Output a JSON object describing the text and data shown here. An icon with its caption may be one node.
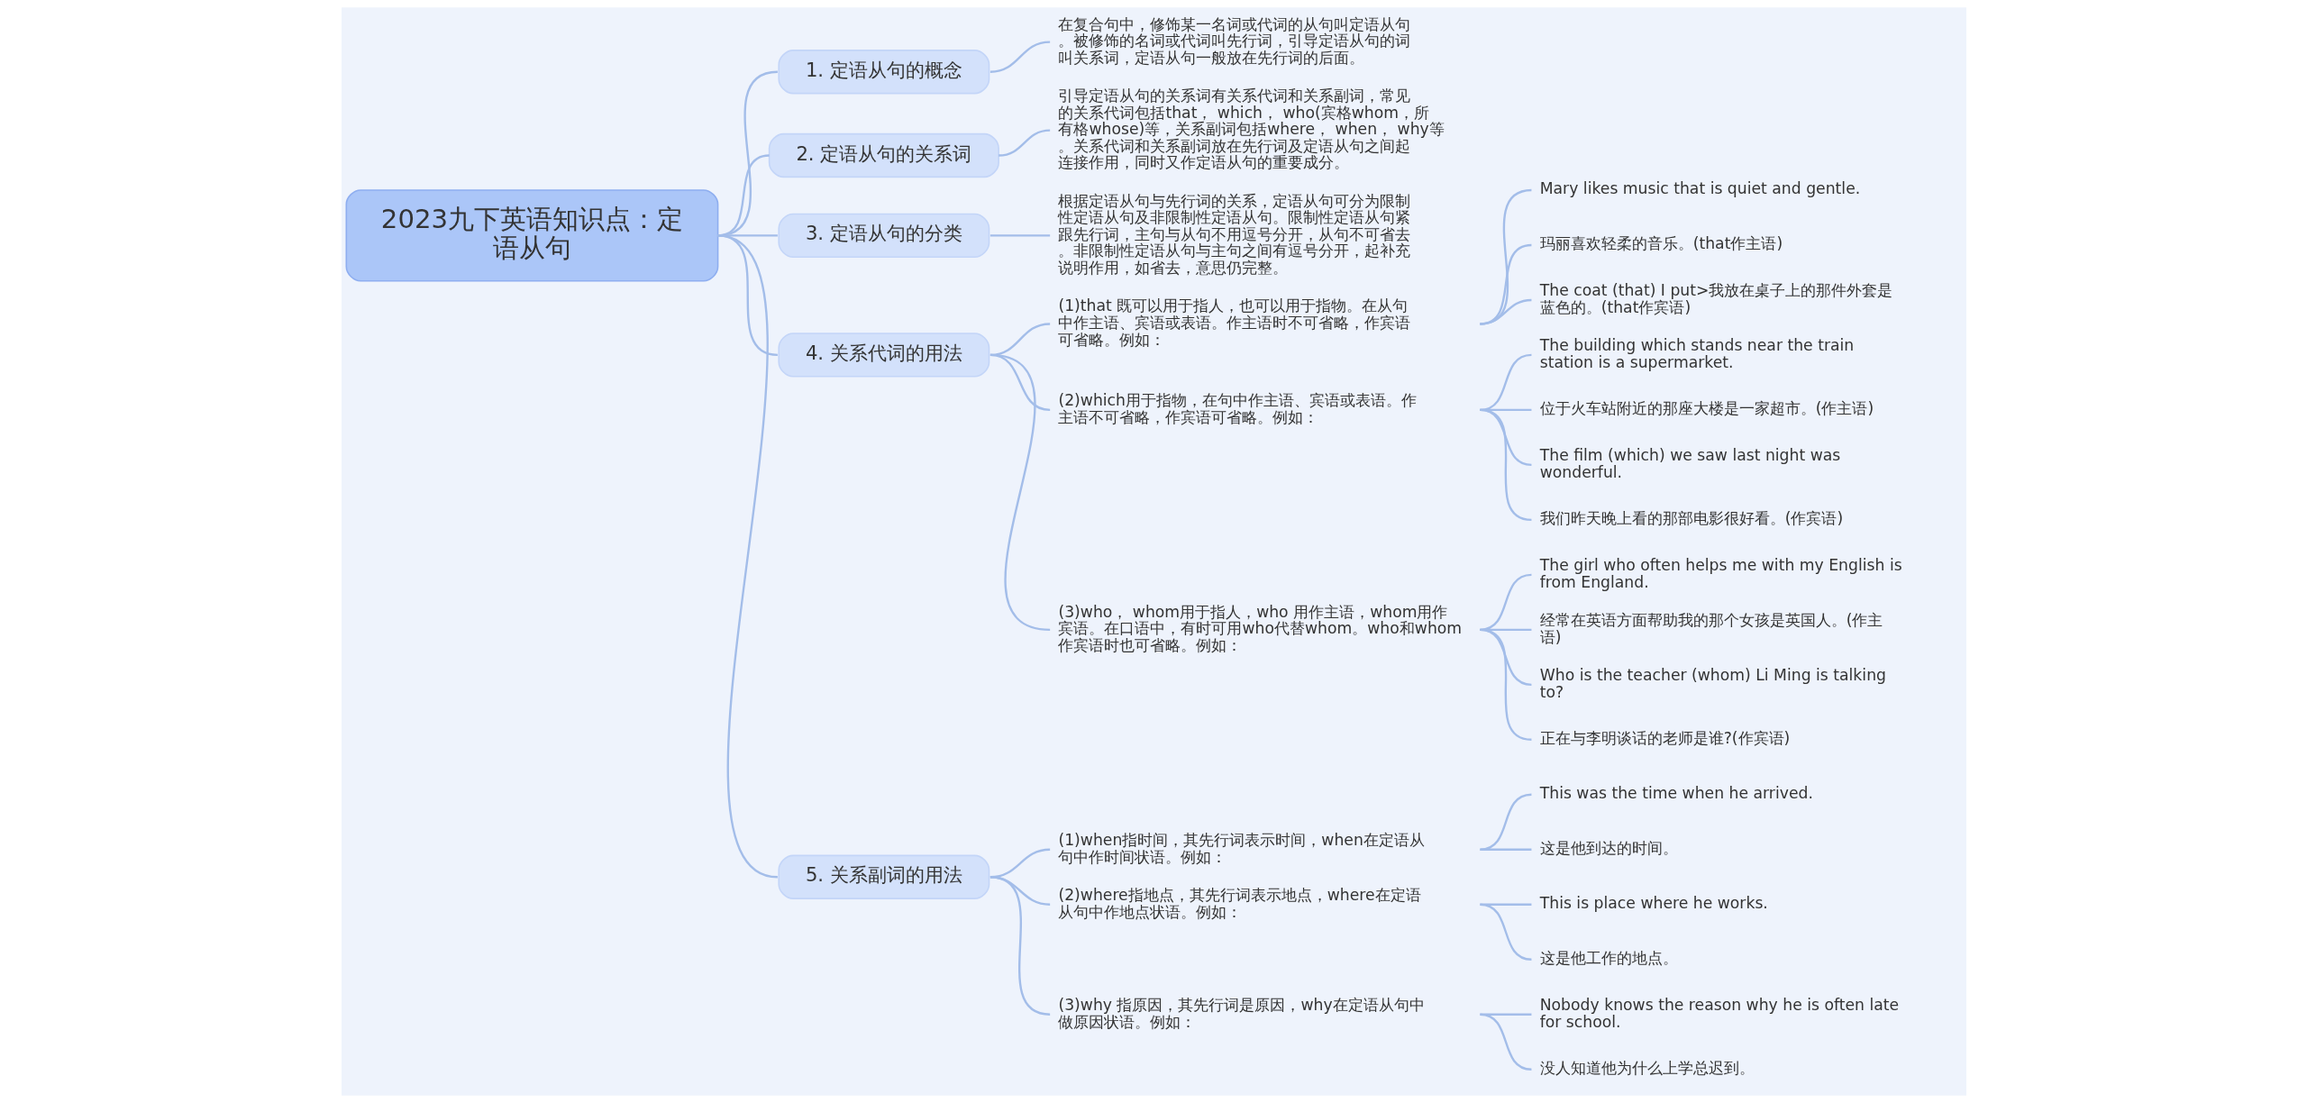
{
  "diagram": {
    "nodes": [
      {
        "text": [
          "2023九下英语知识点：定语从句"
        ]
      },
      {
        "text": [
          "1. 定语从句的概念"
        ]
      },
      {
        "text": [
          "在复合句中，修饰某一名词或代词的从句叫定语从句。被修饰的名词或代词叫先行词，引导定语从句的词叫关系词，定语从句一般放在先行词的后面。"
        ]
      },
      {
        "text": [
          "2. 定语从句的关系词"
        ]
      },
      {
        "text": [
          "引导定语从句的关系词有关系代词和关系副词，常见的关系代词包括that， which， who(宾格whom，所有格whose)等，关系副词包括where， when， why等。关系代词和关系副词放在先行词及定语从句之间起连接作用，同时又作定语从句的重要成分。"
        ]
      },
      {
        "text": [
          "3. 定语从句的分类"
        ]
      },
      {
        "text": [
          "根据定语从句与先行词的关系，定语从句可分为限制性定语从句及非限制性定语从句。限制性定语从句紧跟先行词，主句与从句不用逗号分开，从句不可省去。非限制性定语从句与主句之间有逗号分开，起补充说明作用，如省去，意思仍完整。"
        ]
      },
      {
        "text": [
          "4. 关系代词的用法"
        ]
      },
      {
        "text": [
          "(1)that 既可以用于指人，也可以用于指物。在从句中作主语、宾语或表语。作主语时不可省略，作宾语可省略。例如："
        ]
      },
      {
        "text": [
          "Mary likes music that is quiet and gentle."
        ]
      },
      {
        "text": [
          "玛丽喜欢轻柔的音乐。(that作主语)"
        ]
      },
      {
        "text": [
          "The coat (that) I put>我放在桌子上的那件外套是蓝色的。(that作宾语)"
        ]
      },
      {
        "text": [
          "(2)which用于指物，在句中作主语、宾语或表语。作主语不可省略，作宾语可省略。例如："
        ]
      },
      {
        "text": [
          "The building which stands near the train station is a supermarket."
        ]
      },
      {
        "text": [
          "位于火车站附近的那座大楼是一家超市。(作主语)"
        ]
      },
      {
        "text": [
          "The film (which) we saw last night was wonderful."
        ]
      },
      {
        "text": [
          "我们昨天晚上看的那部电影很好看。(作宾语)"
        ]
      },
      {
        "text": [
          "(3)who， whom用于指人，who 用作主语，whom用作宾语。在口语中，有时可用who代替whom。who和whom作宾语时也可省略。例如："
        ]
      },
      {
        "text": [
          "The girl who often helps me with my English is from England."
        ]
      },
      {
        "text": [
          "经常在英语方面帮助我的那个女孩是英国人。(作主语)"
        ]
      },
      {
        "text": [
          "Who is the teacher (whom) Li Ming is talking to?"
        ]
      },
      {
        "text": [
          "正在与李明谈话的老师是谁?(作宾语)"
        ]
      },
      {
        "text": [
          "5. 关系副词的用法"
        ]
      },
      {
        "text": [
          "(1)when指时间，其先行词表示时间，when在定语从句中作时间状语。例如："
        ]
      },
      {
        "text": [
          "This was the time when he arrived."
        ]
      },
      {
        "text": [
          "这是他到达的时间。"
        ]
      },
      {
        "text": [
          "(2)where指地点，其先行词表示地点，where在定语从句中作地点状语。例如："
        ]
      },
      {
        "text": [
          "This is place where he works."
        ]
      },
      {
        "text": [
          "这是他工作的地点。"
        ]
      },
      {
        "text": [
          "(3)why 指原因，其先行词是原因，why在定语从句中做原因状语。例如："
        ]
      },
      {
        "text": [
          "Nobody knows the reason why he is often late for school."
        ]
      },
      {
        "text": [
          "没人知道他为什么上学总迟到。"
        ]
      }
    ],
    "edges": [
      {
        "from": 0,
        "to": 1,
        "arrow": "none"
      },
      {
        "from": 1,
        "to": 2,
        "arrow": "none"
      },
      {
        "from": 0,
        "to": 3,
        "arrow": "none"
      },
      {
        "from": 3,
        "to": 4,
        "arrow": "none"
      },
      {
        "from": 0,
        "to": 5,
        "arrow": "none"
      },
      {
        "from": 5,
        "to": 6,
        "arrow": "none"
      },
      {
        "from": 0,
        "to": 7,
        "arrow": "none"
      },
      {
        "from": 7,
        "to": 8,
        "arrow": "none"
      },
      {
        "from": 8,
        "to": 9,
        "arrow": "none"
      },
      {
        "from": 8,
        "to": 10,
        "arrow": "none"
      },
      {
        "from": 8,
        "to": 11,
        "arrow": "none"
      },
      {
        "from": 7,
        "to": 12,
        "arrow": "none"
      },
      {
        "from": 12,
        "to": 13,
        "arrow": "none"
      },
      {
        "from": 12,
        "to": 14,
        "arrow": "none"
      },
      {
        "from": 12,
        "to": 15,
        "arrow": "none"
      },
      {
        "from": 12,
        "to": 16,
        "arrow": "none"
      },
      {
        "from": 7,
        "to": 17,
        "arrow": "none"
      },
      {
        "from": 17,
        "to": 18,
        "arrow": "none"
      },
      {
        "from": 17,
        "to": 19,
        "arrow": "none"
      },
      {
        "from": 17,
        "to": 20,
        "arrow": "none"
      },
      {
        "from": 17,
        "to": 21,
        "arrow": "none"
      },
      {
        "from": 0,
        "to": 22,
        "arrow": "none"
      },
      {
        "from": 22,
        "to": 23,
        "arrow": "none"
      },
      {
        "from": 23,
        "to": 24,
        "arrow": "none"
      },
      {
        "from": 23,
        "to": 25,
        "arrow": "none"
      },
      {
        "from": 22,
        "to": 26,
        "arrow": "none"
      },
      {
        "from": 26,
        "to": 27,
        "arrow": "none"
      },
      {
        "from": 26,
        "to": 28,
        "arrow": "none"
      },
      {
        "from": 22,
        "to": 29,
        "arrow": "none"
      },
      {
        "from": 29,
        "to": 30,
        "arrow": "none"
      },
      {
        "from": 29,
        "to": 31,
        "arrow": "none"
      }
    ]
  }
}
